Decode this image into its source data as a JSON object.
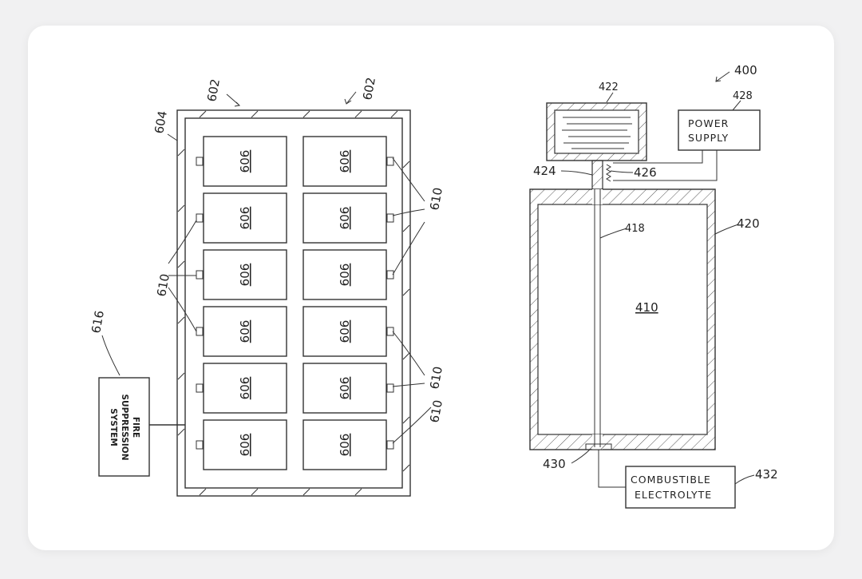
{
  "fig6": {
    "cell_label": "606",
    "ref_container": "602",
    "ref_enclosure": "604",
    "ref_connector": "610",
    "ref_fire": "616",
    "fire_box": [
      "FIRE",
      "SUPPRESSION",
      "SYSTEM"
    ]
  },
  "fig4": {
    "ref_system": "400",
    "ref_reservoir": "422",
    "ref_power": "428",
    "power_box": [
      "POWER",
      "SUPPLY"
    ],
    "ref_valve": "424",
    "ref_heater": "426",
    "ref_tube": "418",
    "ref_housing": "420",
    "ref_cell": "410",
    "ref_port": "430",
    "ref_electrolyte": "432",
    "electrolyte_box": [
      "COMBUSTIBLE",
      "ELECTROLYTE"
    ]
  }
}
